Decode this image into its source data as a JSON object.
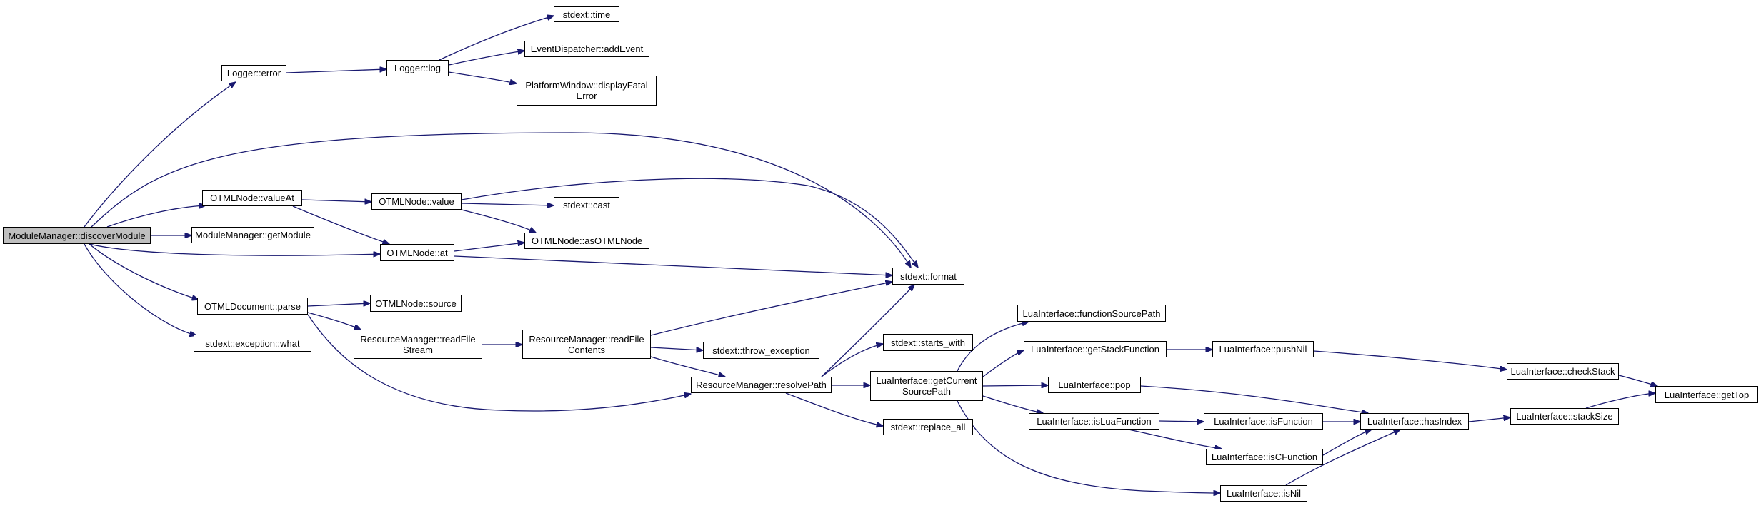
{
  "colors": {
    "edge": "#191970",
    "node_border": "#000000",
    "root_fill": "#bfbfbf",
    "node_fill": "#ffffff"
  },
  "nodes": {
    "discoverModule": {
      "lines": [
        "ModuleManager::discoverModule"
      ],
      "root": true
    },
    "loggerError": {
      "lines": [
        "Logger::error"
      ]
    },
    "loggerLog": {
      "lines": [
        "Logger::log"
      ]
    },
    "stdextTime": {
      "lines": [
        "stdext::time"
      ]
    },
    "addEvent": {
      "lines": [
        "EventDispatcher::addEvent"
      ]
    },
    "displayFatalError": {
      "lines": [
        "PlatformWindow::displayFatal",
        "Error"
      ]
    },
    "valueAt": {
      "lines": [
        "OTMLNode::valueAt"
      ]
    },
    "otmlValue": {
      "lines": [
        "OTMLNode::value"
      ]
    },
    "stdextCast": {
      "lines": [
        "stdext::cast"
      ]
    },
    "getModule": {
      "lines": [
        "ModuleManager::getModule"
      ]
    },
    "asOTMLNode": {
      "lines": [
        "OTMLNode::asOTMLNode"
      ]
    },
    "otmlAt": {
      "lines": [
        "OTMLNode::at"
      ]
    },
    "stdextFormat": {
      "lines": [
        "stdext::format"
      ]
    },
    "otmlParse": {
      "lines": [
        "OTMLDocument::parse"
      ]
    },
    "otmlSource": {
      "lines": [
        "OTMLNode::source"
      ]
    },
    "exceptionWhat": {
      "lines": [
        "stdext::exception::what"
      ]
    },
    "readFileStream": {
      "lines": [
        "ResourceManager::readFile",
        "Stream"
      ]
    },
    "readFileContents": {
      "lines": [
        "ResourceManager::readFile",
        "Contents"
      ]
    },
    "throwException": {
      "lines": [
        "stdext::throw_exception"
      ]
    },
    "startsWith": {
      "lines": [
        "stdext::starts_with"
      ]
    },
    "resolvePath": {
      "lines": [
        "ResourceManager::resolvePath"
      ]
    },
    "getCurrentSourcePath": {
      "lines": [
        "LuaInterface::getCurrent",
        "SourcePath"
      ]
    },
    "replaceAll": {
      "lines": [
        "stdext::replace_all"
      ]
    },
    "functionSourcePath": {
      "lines": [
        "LuaInterface::functionSourcePath"
      ]
    },
    "getStackFunction": {
      "lines": [
        "LuaInterface::getStackFunction"
      ]
    },
    "pushNil": {
      "lines": [
        "LuaInterface::pushNil"
      ]
    },
    "luaPop": {
      "lines": [
        "LuaInterface::pop"
      ]
    },
    "isLuaFunction": {
      "lines": [
        "LuaInterface::isLuaFunction"
      ]
    },
    "isFunction": {
      "lines": [
        "LuaInterface::isFunction"
      ]
    },
    "isCFunction": {
      "lines": [
        "LuaInterface::isCFunction"
      ]
    },
    "isNil": {
      "lines": [
        "LuaInterface::isNil"
      ]
    },
    "hasIndex": {
      "lines": [
        "LuaInterface::hasIndex"
      ]
    },
    "checkStack": {
      "lines": [
        "LuaInterface::checkStack"
      ]
    },
    "stackSize": {
      "lines": [
        "LuaInterface::stackSize"
      ]
    },
    "getTop": {
      "lines": [
        "LuaInterface::getTop"
      ]
    }
  },
  "edges": [
    [
      "discoverModule",
      "loggerError"
    ],
    [
      "discoverModule",
      "stdextFormat"
    ],
    [
      "discoverModule",
      "valueAt"
    ],
    [
      "discoverModule",
      "getModule"
    ],
    [
      "discoverModule",
      "otmlAt"
    ],
    [
      "discoverModule",
      "otmlParse"
    ],
    [
      "discoverModule",
      "exceptionWhat"
    ],
    [
      "loggerError",
      "loggerLog"
    ],
    [
      "loggerLog",
      "stdextTime"
    ],
    [
      "loggerLog",
      "addEvent"
    ],
    [
      "loggerLog",
      "displayFatalError"
    ],
    [
      "valueAt",
      "otmlValue"
    ],
    [
      "valueAt",
      "otmlAt"
    ],
    [
      "otmlValue",
      "stdextFormat"
    ],
    [
      "otmlValue",
      "stdextCast"
    ],
    [
      "otmlValue",
      "asOTMLNode"
    ],
    [
      "otmlAt",
      "asOTMLNode"
    ],
    [
      "otmlAt",
      "stdextFormat"
    ],
    [
      "otmlParse",
      "otmlSource"
    ],
    [
      "otmlParse",
      "readFileStream"
    ],
    [
      "otmlParse",
      "resolvePath"
    ],
    [
      "readFileStream",
      "readFileContents"
    ],
    [
      "readFileContents",
      "stdextFormat"
    ],
    [
      "readFileContents",
      "throwException"
    ],
    [
      "readFileContents",
      "resolvePath"
    ],
    [
      "resolvePath",
      "stdextFormat"
    ],
    [
      "resolvePath",
      "startsWith"
    ],
    [
      "resolvePath",
      "getCurrentSourcePath"
    ],
    [
      "resolvePath",
      "replaceAll"
    ],
    [
      "getCurrentSourcePath",
      "functionSourcePath"
    ],
    [
      "getCurrentSourcePath",
      "getStackFunction"
    ],
    [
      "getCurrentSourcePath",
      "luaPop"
    ],
    [
      "getCurrentSourcePath",
      "isLuaFunction"
    ],
    [
      "getCurrentSourcePath",
      "isNil"
    ],
    [
      "getStackFunction",
      "pushNil"
    ],
    [
      "pushNil",
      "checkStack"
    ],
    [
      "checkStack",
      "getTop"
    ],
    [
      "luaPop",
      "hasIndex"
    ],
    [
      "isLuaFunction",
      "isFunction"
    ],
    [
      "isLuaFunction",
      "isCFunction"
    ],
    [
      "isFunction",
      "hasIndex"
    ],
    [
      "isCFunction",
      "hasIndex"
    ],
    [
      "isNil",
      "hasIndex"
    ],
    [
      "hasIndex",
      "stackSize"
    ],
    [
      "stackSize",
      "getTop"
    ]
  ]
}
